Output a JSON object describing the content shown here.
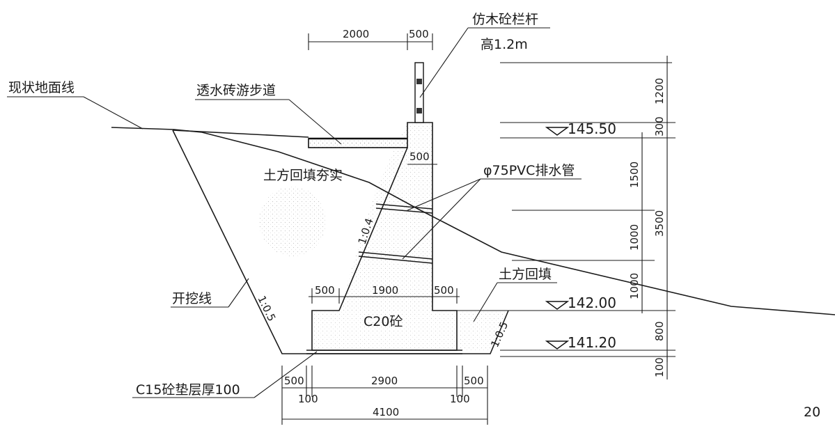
{
  "labels": {
    "railing_line1": "仿木砼栏杆",
    "railing_line2": "高1.2m",
    "existing_ground": "现状地面线",
    "walkway": "透水砖游步道",
    "backfill_compacted": "土方回填夯实",
    "drain_pipe": "φ75PVC排水管",
    "backfill": "土方回填",
    "excavation_line": "开挖线",
    "concrete_base": "C20砼",
    "cushion_layer": "C15砼垫层厚100",
    "slope_wall": "1:0.4",
    "slope_excavation_left": "1:0.5",
    "slope_excavation_right": "1:0.5",
    "page_number": "20"
  },
  "elevations": {
    "top": "145.50",
    "base_top": "142.00",
    "base_bottom": "141.20"
  },
  "dimensions": {
    "top_walk": "2000",
    "top_wall": "500",
    "wall_top_thickness": "500",
    "base_toe_left": "500",
    "base_middle": "1900",
    "base_toe_right": "500",
    "bottom_left_offset": "500",
    "bottom_left_inner": "100",
    "bottom_middle": "2900",
    "bottom_right_offset": "500",
    "bottom_right_inner": "100",
    "bottom_total": "4100",
    "right_1200": "1200",
    "right_300": "300",
    "right_1500": "1500",
    "right_1000a": "1000",
    "right_1000b": "1000",
    "right_3500": "3500",
    "right_800": "800",
    "right_100": "100"
  }
}
